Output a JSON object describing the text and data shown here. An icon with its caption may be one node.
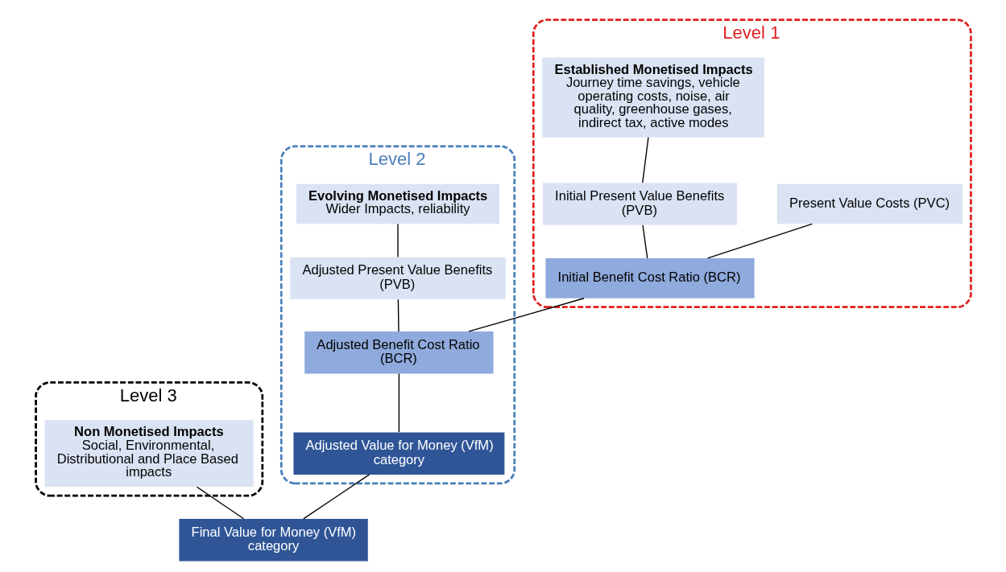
{
  "diagram": {
    "nodes": [
      {
        "text": [
          "Level 1"
        ]
      },
      {
        "text": [
          "Present Value Costs (PVC)"
        ],
        "in": 0
      },
      {
        "text": [
          "Initial Present Value Benefits (PVB)"
        ],
        "in": 0
      },
      {
        "text": [
          "Established Monetised Impacts",
          "Journey time savings, vehicle operating costs, noise, air quality, greenhouse gases, indirect tax, active modes"
        ],
        "in": 0
      },
      {
        "text": [
          "Initial Benefit Cost Ratio (BCR)"
        ],
        "in": 0
      },
      {
        "text": [
          "Level 2"
        ]
      },
      {
        "text": [
          "Adjusted Present Value Benefits (PVB)"
        ],
        "in": 5
      },
      {
        "text": [
          "Evolving Monetised Impacts",
          "Wider Impacts, reliability"
        ],
        "in": 5
      },
      {
        "text": [
          "Adjusted Benefit Cost Ratio (BCR)"
        ],
        "in": 5
      },
      {
        "text": [
          "Adjusted Value for Money (VfM) category"
        ],
        "in": 5
      },
      {
        "text": [
          "Level 3"
        ]
      },
      {
        "text": [
          "Non Monetised Impacts",
          "Social, Environmental, Distributional and Place Based impacts"
        ],
        "in": 10
      },
      {
        "text": [
          "Final Value for Money (VfM) category"
        ]
      }
    ],
    "edges": [
      {
        "from": 1,
        "to": 4,
        "arrow": "none"
      },
      {
        "from": 2,
        "to": 4,
        "arrow": "none"
      },
      {
        "from": 3,
        "to": 2,
        "arrow": "none"
      },
      {
        "from": 4,
        "to": 8,
        "arrow": "none"
      },
      {
        "from": 6,
        "to": 8,
        "arrow": "none"
      },
      {
        "from": 7,
        "to": 6,
        "arrow": "none"
      },
      {
        "from": 8,
        "to": 9,
        "arrow": "none"
      },
      {
        "from": 9,
        "to": 12,
        "arrow": "none"
      },
      {
        "from": 11,
        "to": 12,
        "arrow": "none"
      }
    ]
  }
}
